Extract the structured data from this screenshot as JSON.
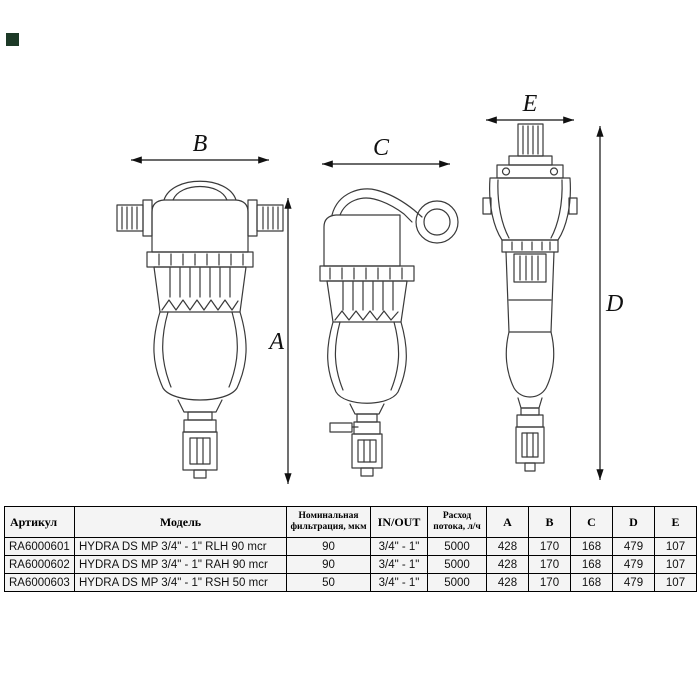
{
  "drawing": {
    "dim_a": "A",
    "dim_b": "B",
    "dim_c": "C",
    "dim_d": "D",
    "dim_e": "E"
  },
  "table": {
    "headers": {
      "article": "Артикул",
      "model": "Модель",
      "filtration": "Номинальная фильтрация, мкм",
      "inout": "IN/OUT",
      "flow": "Расход потока, л/ч",
      "a": "A",
      "b": "B",
      "c": "C",
      "d": "D",
      "e": "E"
    },
    "rows": [
      {
        "article": "RA6000601",
        "model": "HYDRA DS MP 3/4\" - 1\" RLH 90 mcr",
        "filtration": "90",
        "inout": "3/4\" - 1\"",
        "flow": "5000",
        "a": "428",
        "b": "170",
        "c": "168",
        "d": "479",
        "e": "107"
      },
      {
        "article": "RA6000602",
        "model": "HYDRA DS MP 3/4\" - 1\" RAH 90 mcr",
        "filtration": "90",
        "inout": "3/4\" - 1\"",
        "flow": "5000",
        "a": "428",
        "b": "170",
        "c": "168",
        "d": "479",
        "e": "107"
      },
      {
        "article": "RA6000603",
        "model": "HYDRA DS MP 3/4\" - 1\" RSH 50 mcr",
        "filtration": "50",
        "inout": "3/4\" - 1\"",
        "flow": "5000",
        "a": "428",
        "b": "170",
        "c": "168",
        "d": "479",
        "e": "107"
      }
    ]
  }
}
